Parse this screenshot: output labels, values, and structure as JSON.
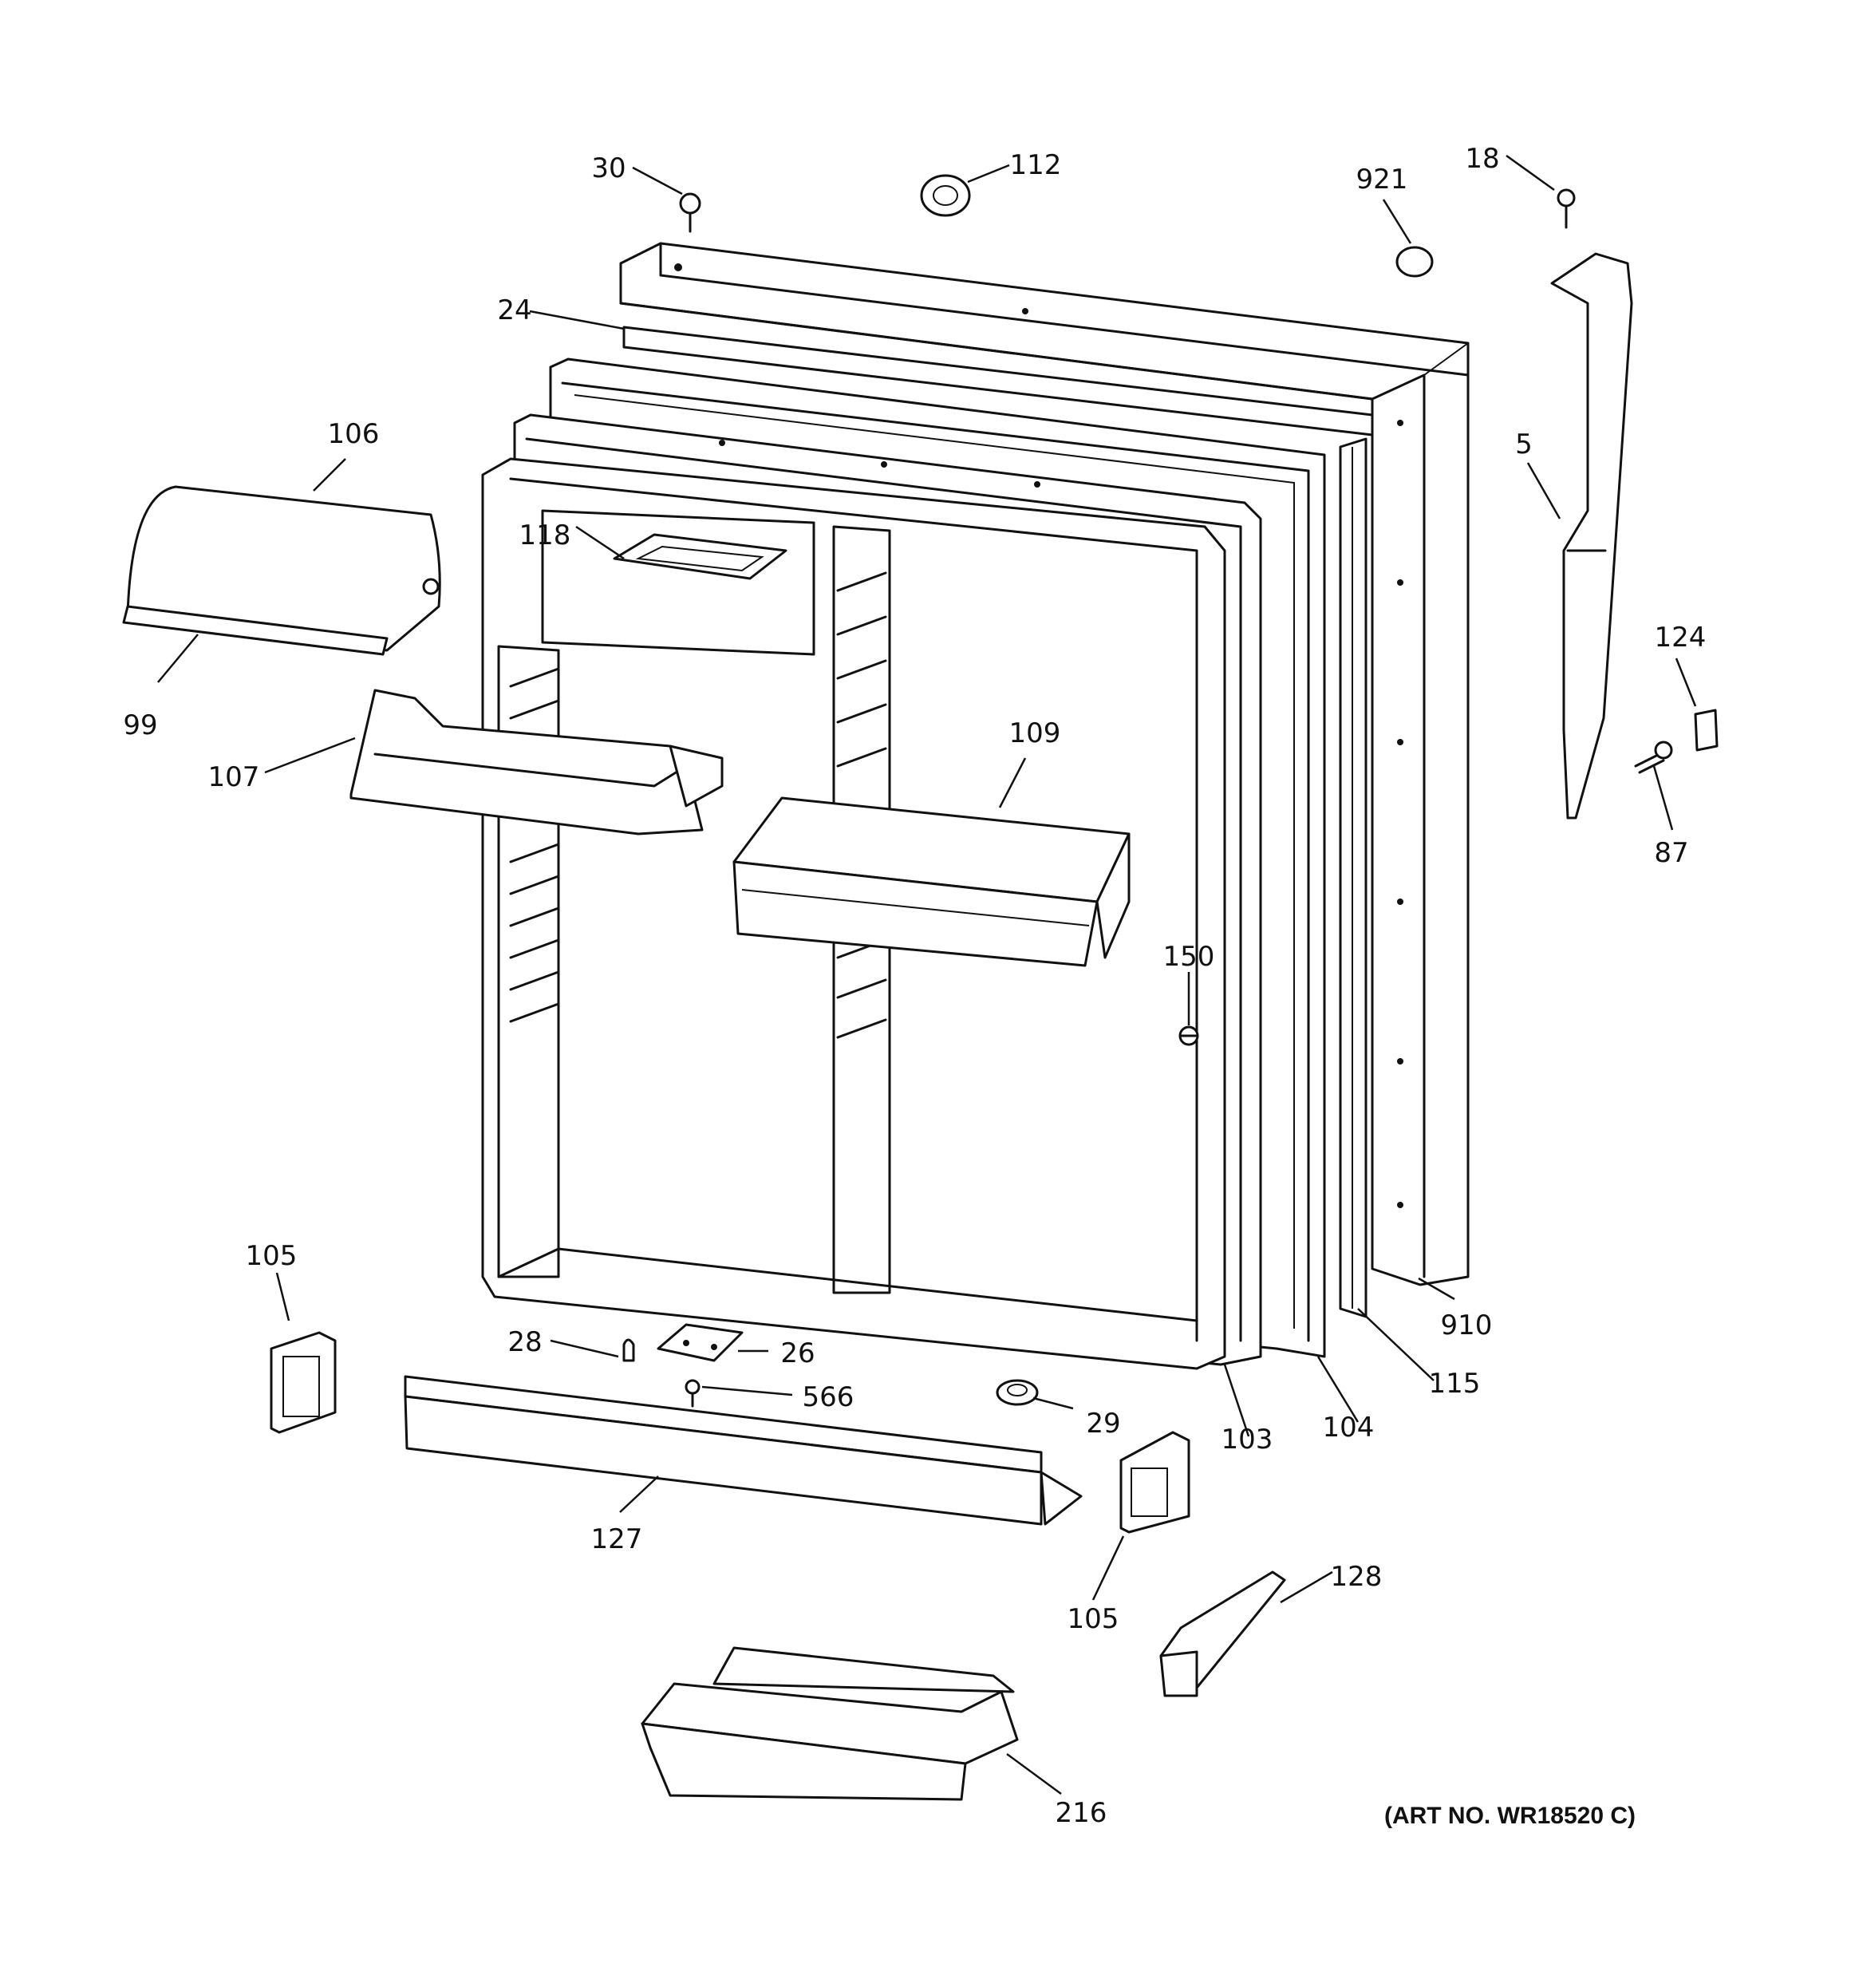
{
  "diagram": {
    "art_number": "(ART NO. WR18520 C)",
    "callouts": [
      "30",
      "112",
      "921",
      "18",
      "24",
      "106",
      "5",
      "118",
      "99",
      "107",
      "109",
      "124",
      "87",
      "150",
      "105",
      "28",
      "26",
      "566",
      "29",
      "103",
      "104",
      "115",
      "910",
      "127",
      "105",
      "128",
      "216"
    ]
  }
}
